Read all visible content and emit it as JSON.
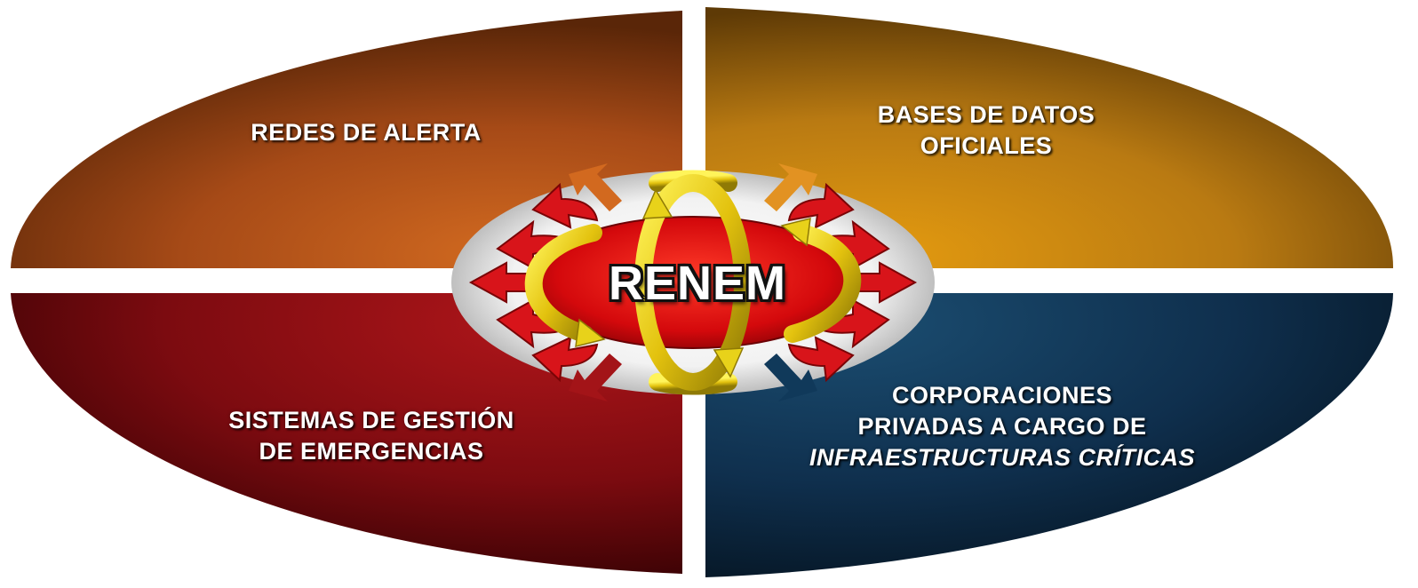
{
  "quadrants": {
    "top_left": {
      "lines": [
        "REDES DE ALERTA"
      ],
      "color": "#b85c1e"
    },
    "top_right": {
      "lines": [
        "BASES DE DATOS",
        "OFICIALES"
      ],
      "color": "#cc8a12"
    },
    "bottom_left": {
      "lines": [
        "SISTEMAS DE GESTIÓN",
        "DE EMERGENCIAS"
      ],
      "color": "#9a1010"
    },
    "bottom_right": {
      "lines": [
        "CORPORACIONES",
        "PRIVADAS A CARGO DE",
        "INFRAESTRUCTURAS CRÍTICAS"
      ],
      "color": "#0f3a5c"
    }
  },
  "center": {
    "title": "RENEM",
    "color": "#e01010",
    "arrow_colors": [
      "#d8141a",
      "#e8d21a"
    ]
  },
  "icons": {
    "outer_arrows": "red-curved-arrow-icon",
    "inner_arrows": "yellow-circular-arrow-icon"
  }
}
